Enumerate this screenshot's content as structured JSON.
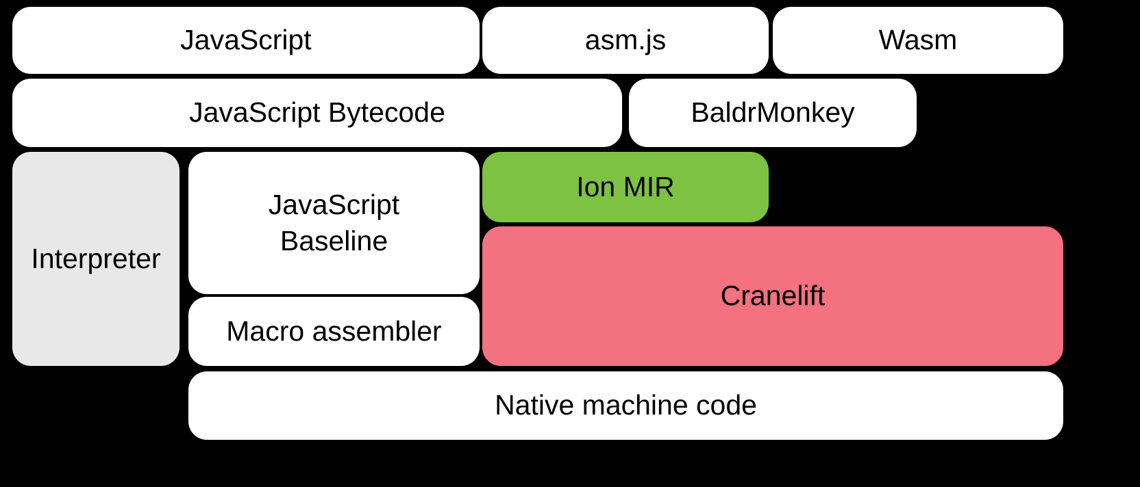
{
  "diagram": {
    "description": "Compiler pipeline diagram",
    "boxes": {
      "javascript": {
        "label": "JavaScript"
      },
      "asmjs": {
        "label": "asm.js"
      },
      "wasm": {
        "label": "Wasm"
      },
      "bytecode": {
        "label": "JavaScript Bytecode"
      },
      "baldrmonkey": {
        "label": "BaldrMonkey"
      },
      "interpreter": {
        "label": "Interpreter"
      },
      "baseline": {
        "label": "JavaScript\nBaseline"
      },
      "ionmir": {
        "label": "Ion MIR"
      },
      "cranelift": {
        "label": "Cranelift"
      },
      "macroassembler": {
        "label": "Macro assembler"
      },
      "native": {
        "label": "Native machine code"
      }
    },
    "colors": {
      "background": "#000000",
      "box_default": "#ffffff",
      "interpreter": "#e8e8e8",
      "ion_mir": "#7dc243",
      "cranelift": "#f4717f",
      "text": "#000000"
    }
  }
}
